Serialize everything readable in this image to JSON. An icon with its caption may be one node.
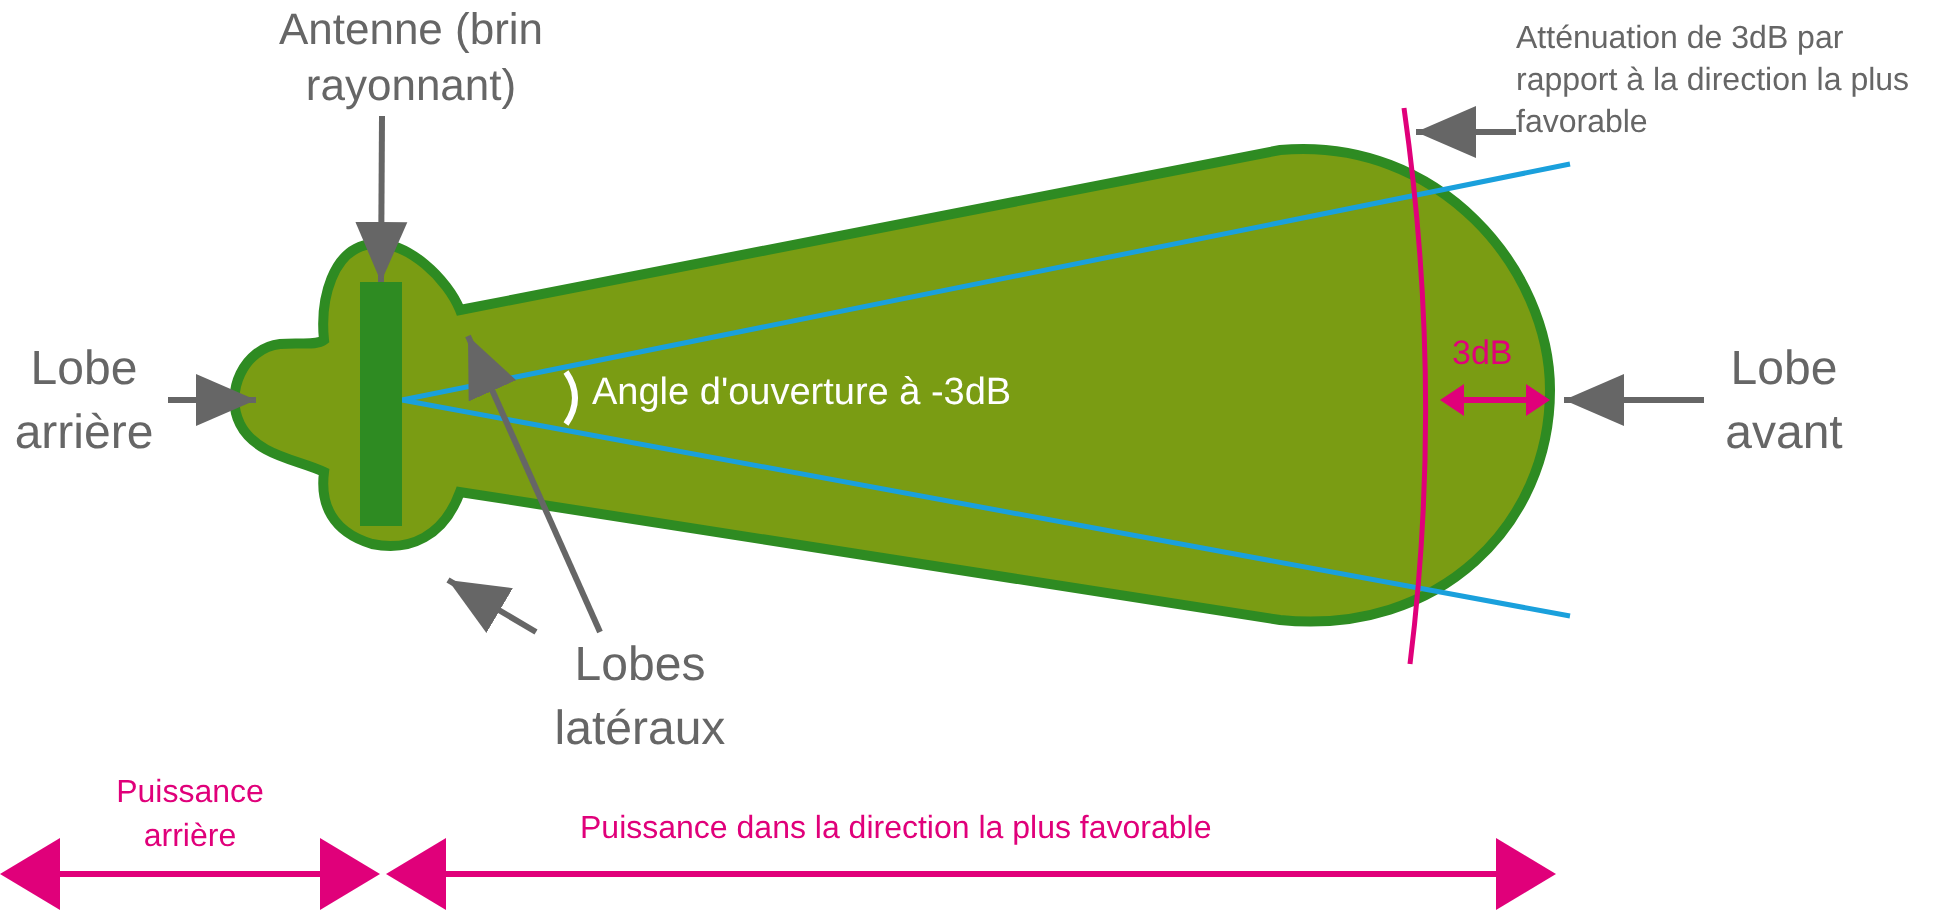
{
  "diagram": {
    "nodes": [
      {
        "text": [
          "Antenne (brin rayonnant)"
        ]
      },
      {
        "text": [],
        "shape": "bar"
      },
      {
        "text": [
          "Lobe arrière"
        ]
      },
      {
        "text": [
          "Lobe avant"
        ]
      },
      {
        "text": [
          "Lobes latéraux"
        ]
      },
      {
        "text": [
          "Atténuation de 3dB par rapport à la direction la plus favorable"
        ]
      }
    ],
    "edges": [
      {
        "from": 0,
        "to": 1,
        "arrow": "to"
      },
      {
        "from": 2,
        "to": null,
        "arrow": "to"
      },
      {
        "from": 3,
        "to": null,
        "arrow": "to"
      },
      {
        "from": 4,
        "to": null,
        "arrow": "to"
      },
      {
        "from": 4,
        "to": null,
        "arrow": "to"
      },
      {
        "from": 5,
        "to": null,
        "arrow": "to"
      }
    ],
    "labels": [
      "Angle d'ouverture à -3dB",
      "3dB",
      "Puissance arrière",
      "Puissance dans la direction la plus favorable"
    ]
  }
}
